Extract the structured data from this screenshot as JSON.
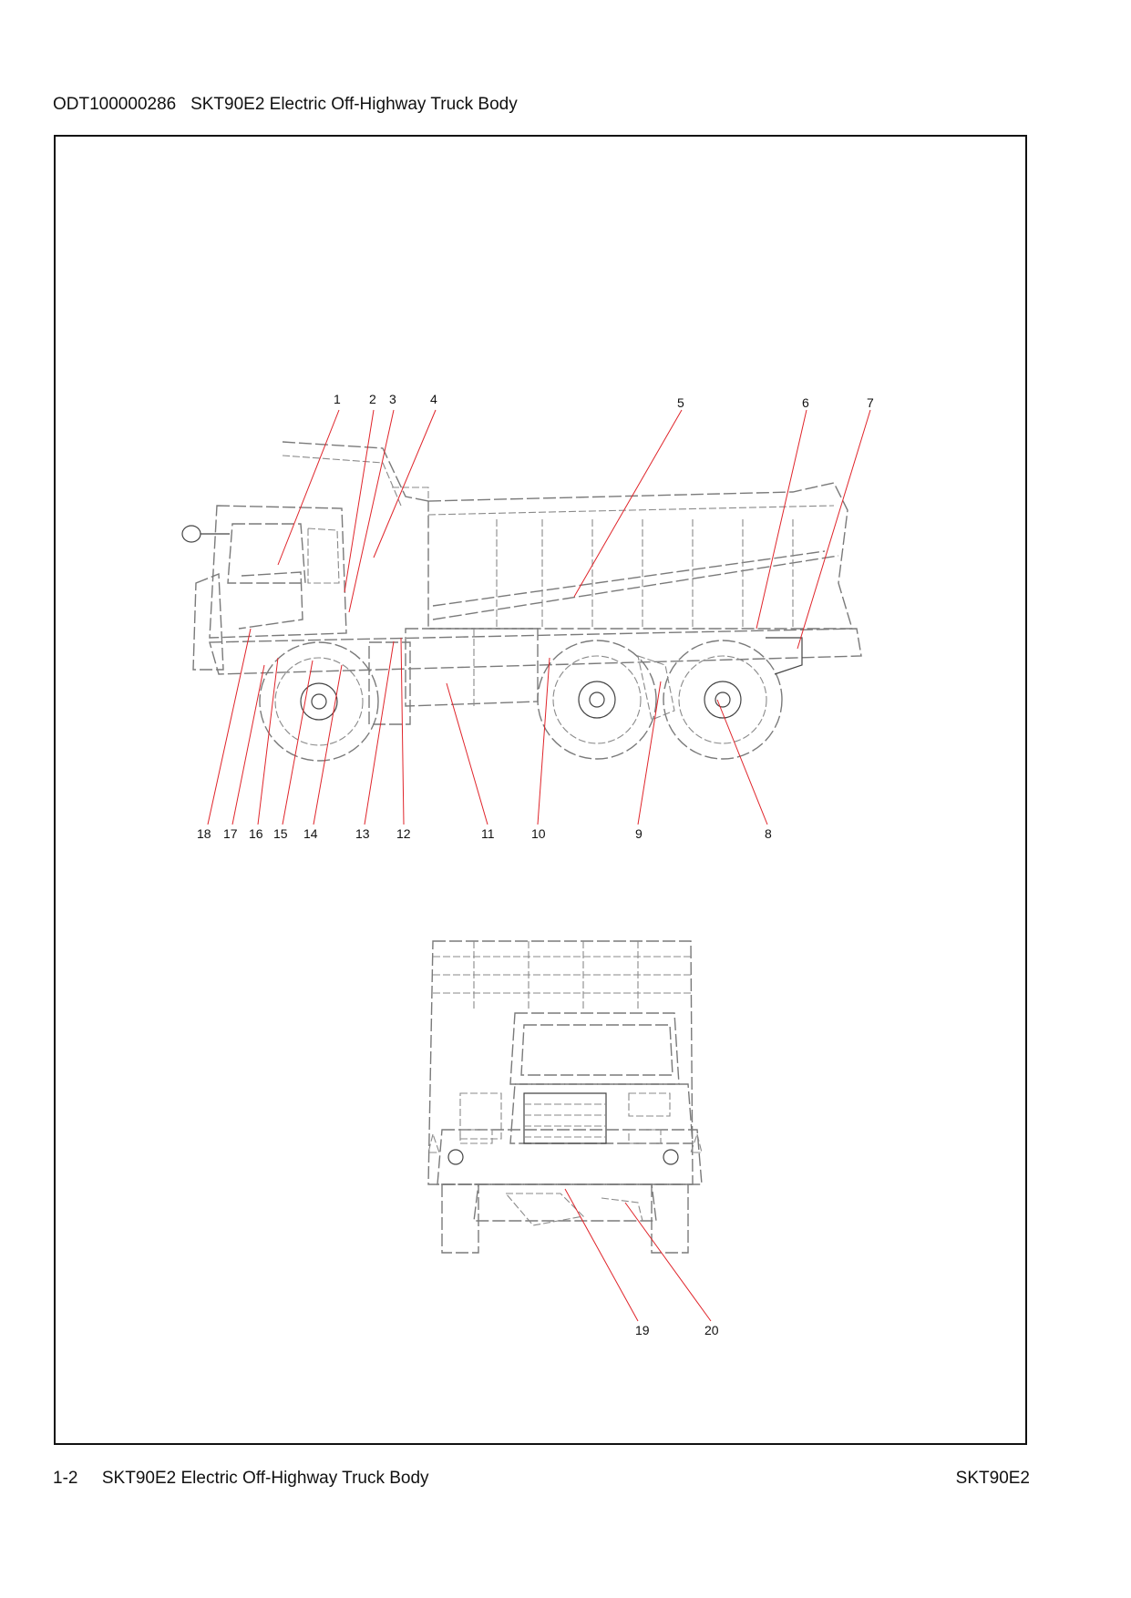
{
  "header": {
    "code": "ODT100000286",
    "title": "SKT90E2 Electric Off-Highway Truck Body"
  },
  "footer": {
    "page": "1-2",
    "title": "SKT90E2 Electric Off-Highway Truck Body",
    "model": "SKT90E2"
  },
  "callouts": {
    "side_top": [
      "1",
      "2",
      "3",
      "4",
      "5",
      "6",
      "7"
    ],
    "side_bottom": [
      "18",
      "17",
      "16",
      "15",
      "14",
      "13",
      "12",
      "11",
      "10",
      "9",
      "8"
    ],
    "front": [
      "19",
      "20"
    ]
  },
  "colors": {
    "leader": "#e0242a",
    "line": "#7a7a7a",
    "frame": "#111111"
  }
}
